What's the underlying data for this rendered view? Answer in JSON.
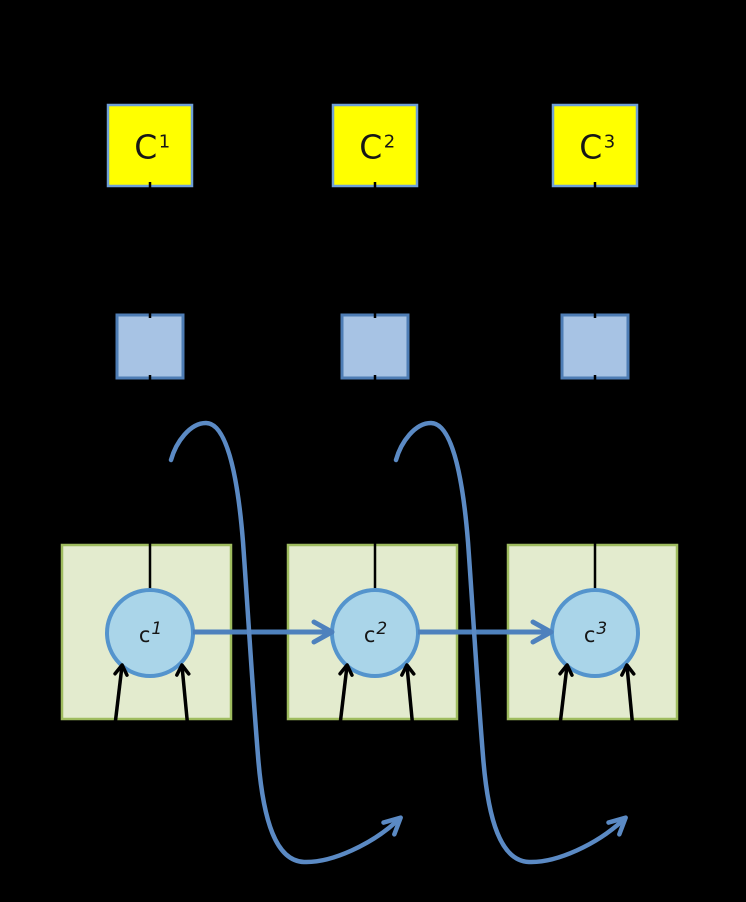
{
  "diagram": {
    "type": "unrolled-recurrent-network-diagram",
    "columns": [
      {
        "context_label": {
          "base": "C",
          "sup": "1"
        },
        "cell_label": {
          "base": "c",
          "sup": "1"
        }
      },
      {
        "context_label": {
          "base": "C",
          "sup": "2"
        },
        "cell_label": {
          "base": "c",
          "sup": "2"
        }
      },
      {
        "context_label": {
          "base": "C",
          "sup": "3"
        },
        "cell_label": {
          "base": "c",
          "sup": "3"
        }
      }
    ],
    "colors": {
      "background": "#000000",
      "context_box_fill": "#FFFF00",
      "context_box_border": "#6FA0D8",
      "input_square_fill": "#A7C3E4",
      "input_square_border": "#4E7DB5",
      "cell_box_fill": "#E3EBCE",
      "cell_box_border": "#9FBC5F",
      "cell_circle_fill": "#AAD5E9",
      "cell_circle_border": "#5494CD",
      "flow_arrow": "#4E81BD",
      "loop_arrow": "#5B8AC4",
      "connector": "#000000",
      "label_text": "#161616"
    }
  }
}
